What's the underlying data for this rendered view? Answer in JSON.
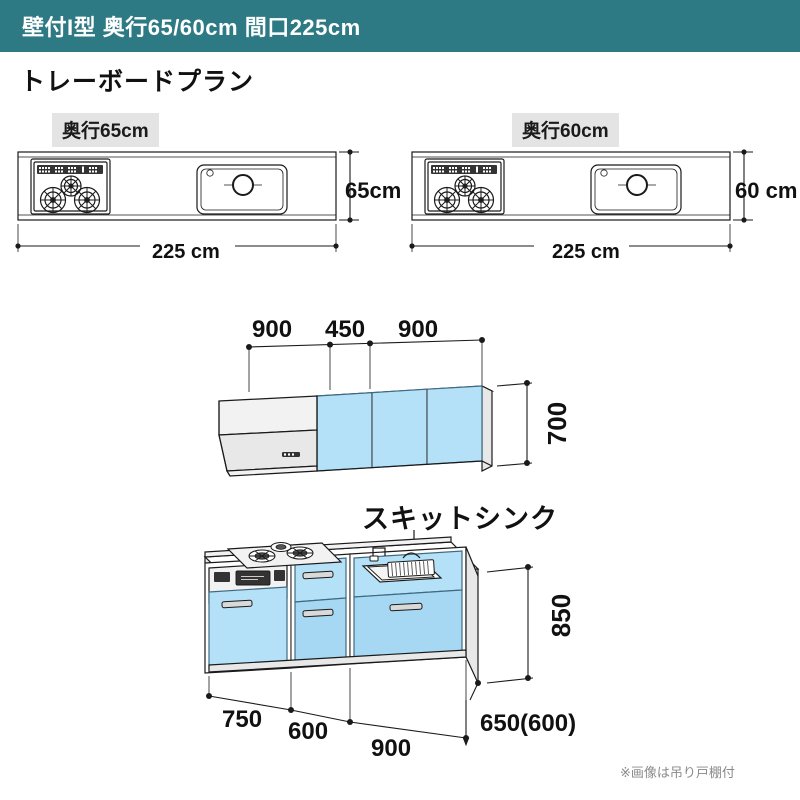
{
  "header": {
    "title": "壁付I型 奥行65/60cm 間口225cm",
    "bar_color": "#2d7a84"
  },
  "plan_heading": "トレーボードプラン",
  "plan_views": [
    {
      "depth_chip": "奥行65cm",
      "depth_label": "65cm",
      "width_label": "225 cm"
    },
    {
      "depth_chip": "奥行60cm",
      "depth_label": "60 cm",
      "width_label": "225 cm"
    }
  ],
  "upper_cabinet": {
    "top_dimensions": [
      "900",
      "450",
      "900"
    ],
    "height_label": "700"
  },
  "lower_cabinet": {
    "sink_callout": "スキットシンク",
    "height_label": "850",
    "bottom_dimensions": [
      "750",
      "600",
      "900",
      "650(600)"
    ]
  },
  "footnote": "※画像は吊り戸棚付",
  "colors": {
    "header": "#2d7a84",
    "door_blue": "#b4e0f8",
    "door_blue_dark": "#9ed2f0",
    "chip_bg": "#e4e4e4",
    "line": "#1a1a1a",
    "panel": "#f0f0f0"
  }
}
